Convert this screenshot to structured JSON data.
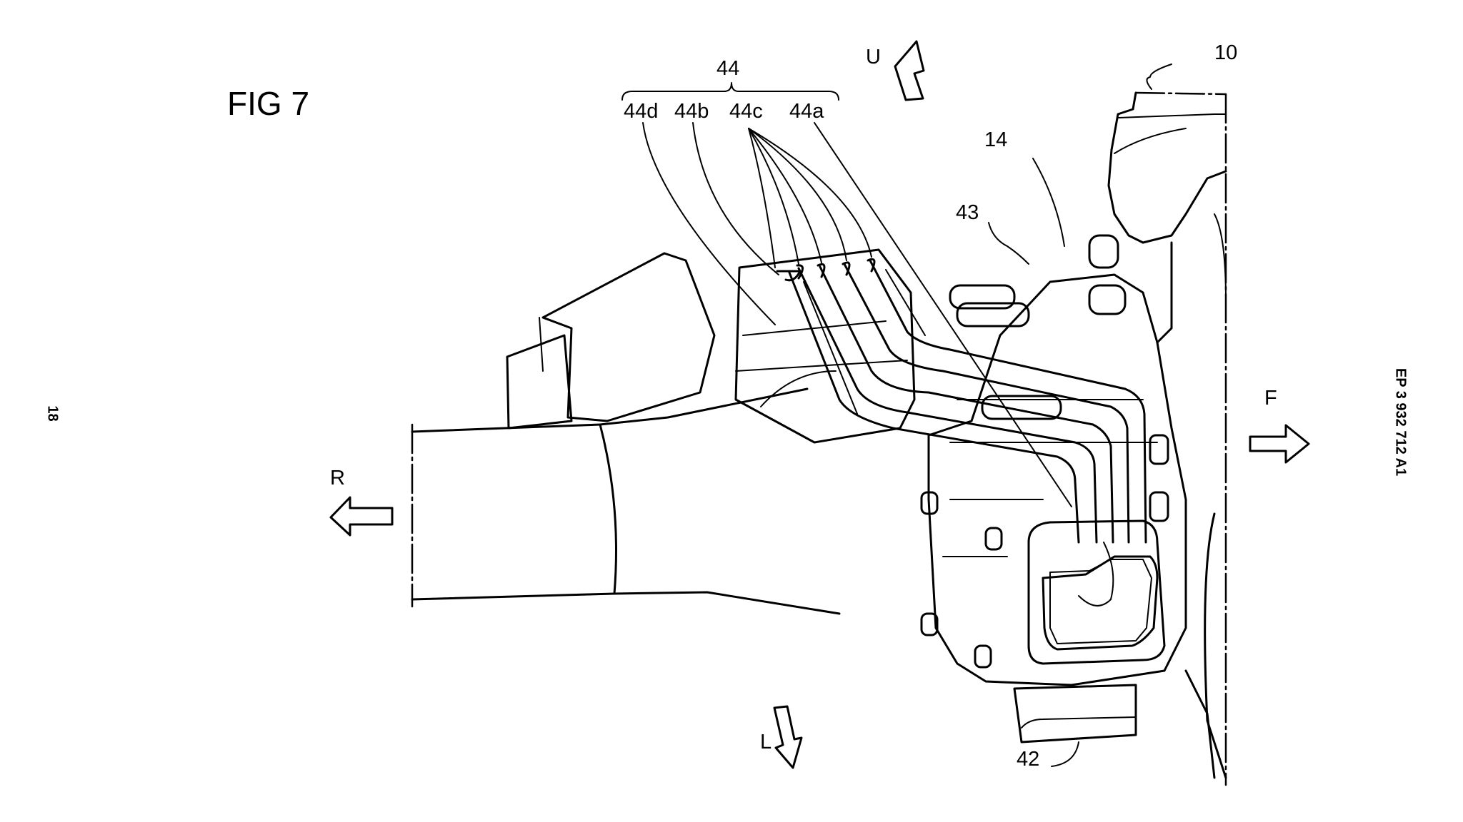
{
  "figure": {
    "title": "FIG 7",
    "page_number": "18",
    "publication_number": "EP 3 932 712 A1"
  },
  "reference_labels": {
    "group_44": "44",
    "r44d": "44d",
    "r44b": "44b",
    "r44c": "44c",
    "r44a": "44a",
    "r10": "10",
    "r14": "14",
    "r43": "43",
    "r42": "42"
  },
  "direction_labels": {
    "up": "U",
    "front": "F",
    "rear": "R",
    "left": "L"
  },
  "colors": {
    "ink": "#000000",
    "paper": "#ffffff"
  }
}
